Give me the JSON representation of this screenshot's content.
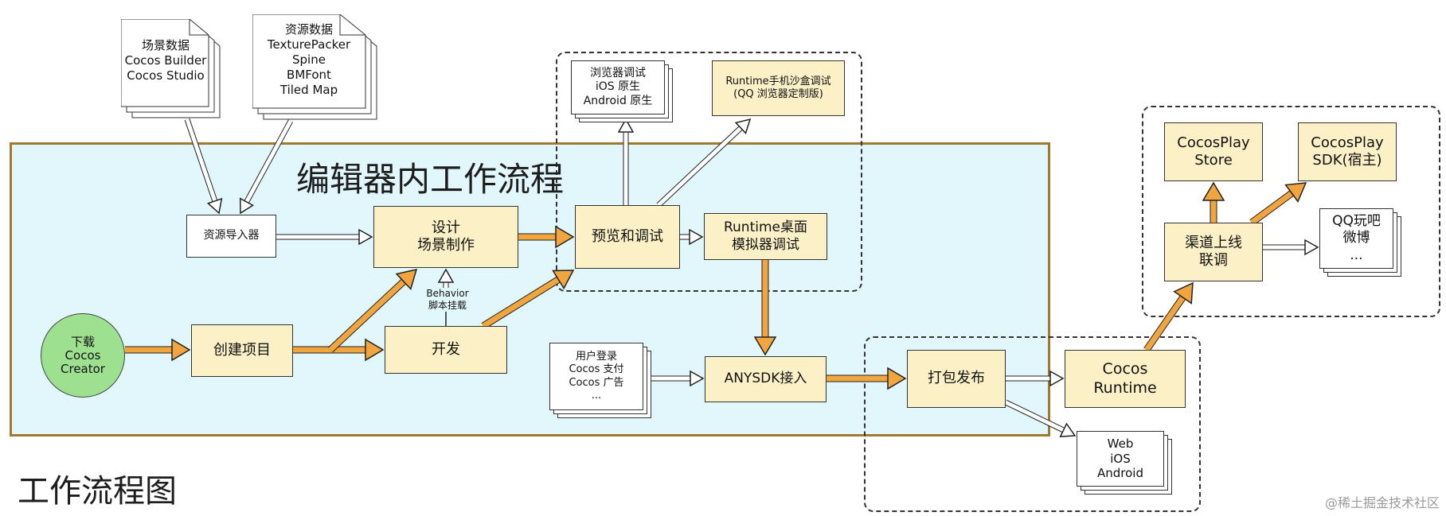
{
  "titles": {
    "editor_workflow": "编辑器内工作流程",
    "workflow_diagram": "工作流程图"
  },
  "nodes": {
    "download": "下载\nCocos\nCreator",
    "create_project": "创建项目",
    "develop": "开发",
    "behavior_script": "Behavior\n脚本挂载",
    "design_scene": "设计\n场景制作",
    "asset_importer": "资源导入器",
    "preview_debug": "预览和调试",
    "runtime_desktop": "Runtime桌面\n模拟器调试",
    "browser_debug": "浏览器调试\niOS 原生\nAndroid 原生",
    "runtime_sandbox": "Runtime手机沙盒调试\n(QQ 浏览器定制版)",
    "scene_data": "场景数据\nCocos Builder\nCocos Studio",
    "resource_data": "资源数据\nTexturePacker\nSpine\nBMFont\nTiled Map",
    "user_services": "用户登录\nCocos 支付\nCocos 广告\n...",
    "anysdk": "ANYSDK接入",
    "package_publish": "打包发布",
    "cocos_runtime": "Cocos\nRuntime",
    "web_ios_android": "Web\niOS\nAndroid",
    "channel_joint": "渠道上线\n联调",
    "cocosplay_store": "CocosPlay\nStore",
    "cocosplay_sdk": "CocosPlay\nSDK(宿主)",
    "qq_weibo": "QQ玩吧\n微博\n..."
  },
  "watermark": "@稀土掘金技术社区",
  "colors": {
    "editor_background": "#e1f7fb",
    "editor_border": "#a27a2e",
    "process_box": "#fbf0c6",
    "start_circle": "#9de08f",
    "thick_arrow": "#f0a53e"
  }
}
